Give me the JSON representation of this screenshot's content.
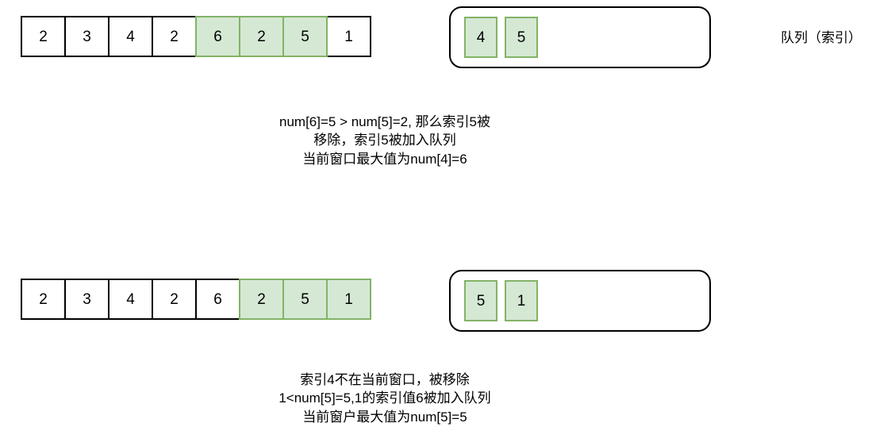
{
  "theme": {
    "background": "#ffffff",
    "cell_border": "#000000",
    "cell_fill": "#ffffff",
    "highlight_fill": "#d5e8d4",
    "highlight_border": "#82b366",
    "text": "#000000"
  },
  "side_labels": {
    "queue": "队列（索引）"
  },
  "steps": [
    {
      "array": {
        "label": "input-array",
        "cells": [
          {
            "value": "2",
            "highlighted": false
          },
          {
            "value": "3",
            "highlighted": false
          },
          {
            "value": "4",
            "highlighted": false
          },
          {
            "value": "2",
            "highlighted": false
          },
          {
            "value": "6",
            "highlighted": true
          },
          {
            "value": "2",
            "highlighted": true
          },
          {
            "value": "5",
            "highlighted": true
          },
          {
            "value": "1",
            "highlighted": false
          }
        ]
      },
      "queue": {
        "label": "deque",
        "cells": [
          {
            "value": "4"
          },
          {
            "value": "5"
          }
        ]
      },
      "caption_lines": [
        "num[6]=5  > num[5]=2, 那么索引5被",
        "移除，索引5被加入队列",
        "当前窗口最大值为num[4]=6"
      ]
    },
    {
      "array": {
        "label": "input-array",
        "cells": [
          {
            "value": "2",
            "highlighted": false
          },
          {
            "value": "3",
            "highlighted": false
          },
          {
            "value": "4",
            "highlighted": false
          },
          {
            "value": "2",
            "highlighted": false
          },
          {
            "value": "6",
            "highlighted": false
          },
          {
            "value": "2",
            "highlighted": true
          },
          {
            "value": "5",
            "highlighted": true
          },
          {
            "value": "1",
            "highlighted": true
          }
        ]
      },
      "queue": {
        "label": "deque",
        "cells": [
          {
            "value": "5"
          },
          {
            "value": "1"
          }
        ]
      },
      "caption_lines": [
        "索引4不在当前窗口，被移除",
        "1<num[5]=5,1的索引值6被加入队列",
        "当前窗户最大值为num[5]=5"
      ]
    }
  ]
}
